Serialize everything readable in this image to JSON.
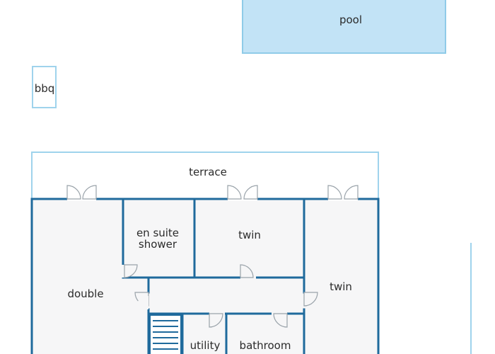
{
  "labels": {
    "pool": "pool",
    "bbq": "bbq",
    "terrace": "terrace",
    "double": "double",
    "en_suite_line1": "en suite",
    "en_suite_line2": "shower",
    "twin_middle": "twin",
    "twin_right": "twin",
    "utility": "utility",
    "bathroom": "bathroom"
  },
  "colors": {
    "wall": "#1f6a9c",
    "pool_fill": "#c2e3f6",
    "pool_border": "#8fcbe8",
    "light_outline": "#9fd3ec",
    "floor": "#f6f6f7",
    "door": "#9aa3aa"
  }
}
